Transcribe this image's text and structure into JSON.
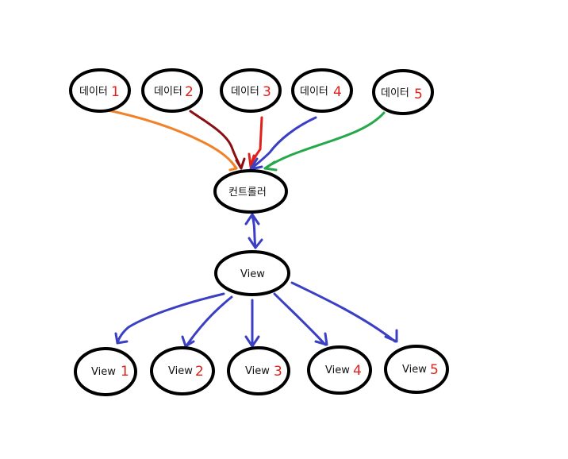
{
  "colors": {
    "orange": "#f0822a",
    "maroon": "#8b0e12",
    "red": "#e0201a",
    "blue": "#3a3fc4",
    "green": "#24a84a",
    "number": "#e0201a"
  },
  "data_nodes": [
    {
      "text": "데이터",
      "num": "1"
    },
    {
      "text": "데이터",
      "num": "2"
    },
    {
      "text": "데이터",
      "num": "3"
    },
    {
      "text": "데이터",
      "num": "4"
    },
    {
      "text": "데이터",
      "num": "5"
    }
  ],
  "controller": {
    "text": "컨트롤러"
  },
  "view_main": {
    "text": "View"
  },
  "view_nodes": [
    {
      "text": "View",
      "num": "1"
    },
    {
      "text": "View",
      "num": "2"
    },
    {
      "text": "View",
      "num": "3"
    },
    {
      "text": "View",
      "num": "4"
    },
    {
      "text": "View",
      "num": "5"
    }
  ]
}
